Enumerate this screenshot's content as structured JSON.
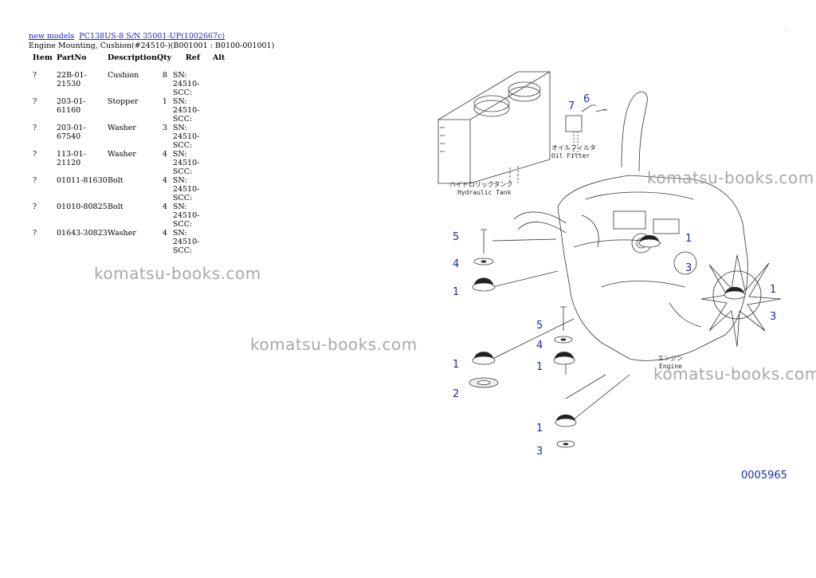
{
  "breadcrumb": {
    "link1": "new models",
    "link2": "PC138US-8 S/N 35001-UP(1002667c)"
  },
  "subtitle": "Engine Mounting, Cushion(#24510-)(B001001 : B0100-001001)",
  "table": {
    "headers": [
      "Item",
      "PartNo",
      "Description",
      "Qty",
      "Ref",
      "Alt"
    ],
    "rows": [
      {
        "item": "?",
        "part": "22B-01-21530",
        "desc": "Cushion",
        "qty": "8",
        "ref": "SN: 24510-SCC:",
        "alt": ""
      },
      {
        "item": "?",
        "part": "203-01-61160",
        "desc": "Stopper",
        "qty": "1",
        "ref": "SN: 24510-SCC:",
        "alt": ""
      },
      {
        "item": "?",
        "part": "203-01-67540",
        "desc": "Washer",
        "qty": "3",
        "ref": "SN: 24510-SCC:",
        "alt": ""
      },
      {
        "item": "?",
        "part": "113-01-21120",
        "desc": "Washer",
        "qty": "4",
        "ref": "SN: 24510-SCC:",
        "alt": ""
      },
      {
        "item": "?",
        "part": "01011-81630",
        "desc": "Bolt",
        "qty": "4",
        "ref": "SN: 24510-SCC:",
        "alt": ""
      },
      {
        "item": "?",
        "part": "01010-80825",
        "desc": "Bolt",
        "qty": "4",
        "ref": "SN: 24510-SCC:",
        "alt": ""
      },
      {
        "item": "?",
        "part": "01643-30823",
        "desc": "Washer",
        "qty": "4",
        "ref": "SN: 24510-SCC:",
        "alt": ""
      }
    ]
  },
  "watermark": "komatsu-books.com",
  "diagram": {
    "callouts": [
      "7",
      "6",
      "5",
      "4",
      "1",
      "1",
      "3",
      "1",
      "3",
      "5",
      "4",
      "1",
      "1",
      "2",
      "1",
      "3"
    ],
    "labels": {
      "oil_filter_jp": "オイルフィルタ",
      "oil_filter_en": "Oil Filter",
      "hydraulic_tank_jp": "ハイドロリックタンク",
      "hydraulic_tank_en": "Hydraulic Tank",
      "engine_jp": "エンジン",
      "engine_en": "Engine"
    },
    "figure_number": "0005965",
    "callout_color": "#1a2ea8",
    "link_color": "#1a22c8",
    "watermark_color": "#a8a8a8"
  }
}
